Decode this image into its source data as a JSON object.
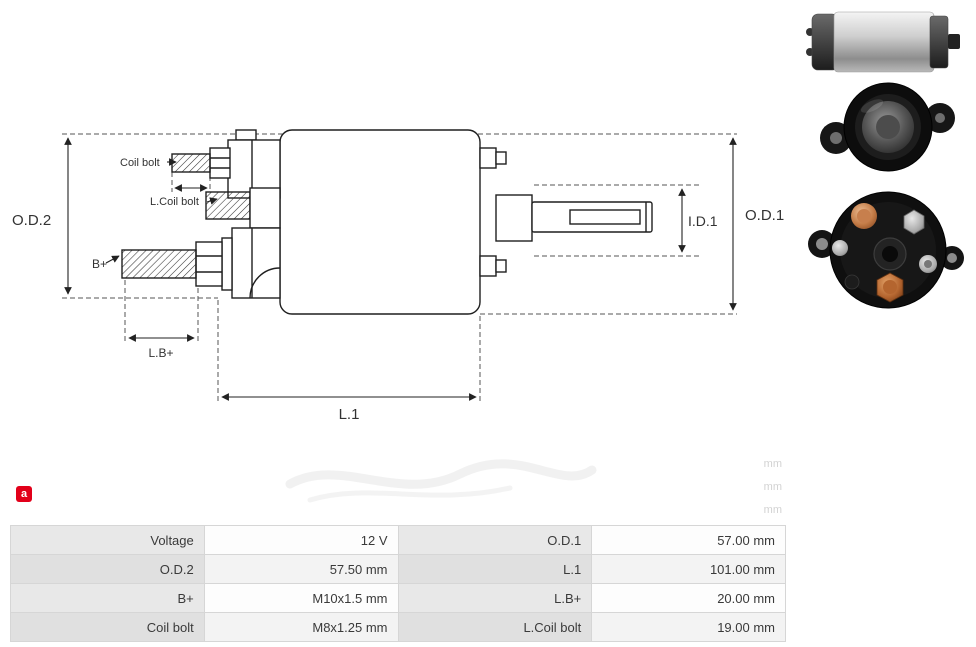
{
  "drawing": {
    "labels": {
      "od2": "O.D.2",
      "coil_bolt": "Coil bolt",
      "l_coil_bolt": "L.Coil bolt",
      "b_plus": "B+",
      "l_b_plus": "L.B+",
      "l1": "L.1",
      "id1": "I.D.1",
      "od1": "O.D.1"
    }
  },
  "ghost": {
    "rows": [
      "mm",
      "mm",
      "mm"
    ]
  },
  "logo": {
    "glyph": "a"
  },
  "table": {
    "rows": [
      {
        "label1": "Voltage",
        "value1": "12 V",
        "label2": "O.D.1",
        "value2": "57.00 mm"
      },
      {
        "label1": "O.D.2",
        "value1": "57.50 mm",
        "label2": "L.1",
        "value2": "101.00 mm"
      },
      {
        "label1": "B+",
        "value1": "M10x1.5 mm",
        "label2": "L.B+",
        "value2": "20.00 mm"
      },
      {
        "label1": "Coil bolt",
        "value1": "M8x1.25 mm",
        "label2": "L.Coil bolt",
        "value2": "19.00 mm"
      }
    ]
  },
  "colors": {
    "accent_red": "#e2001a",
    "table_border": "#d6d6d6"
  }
}
